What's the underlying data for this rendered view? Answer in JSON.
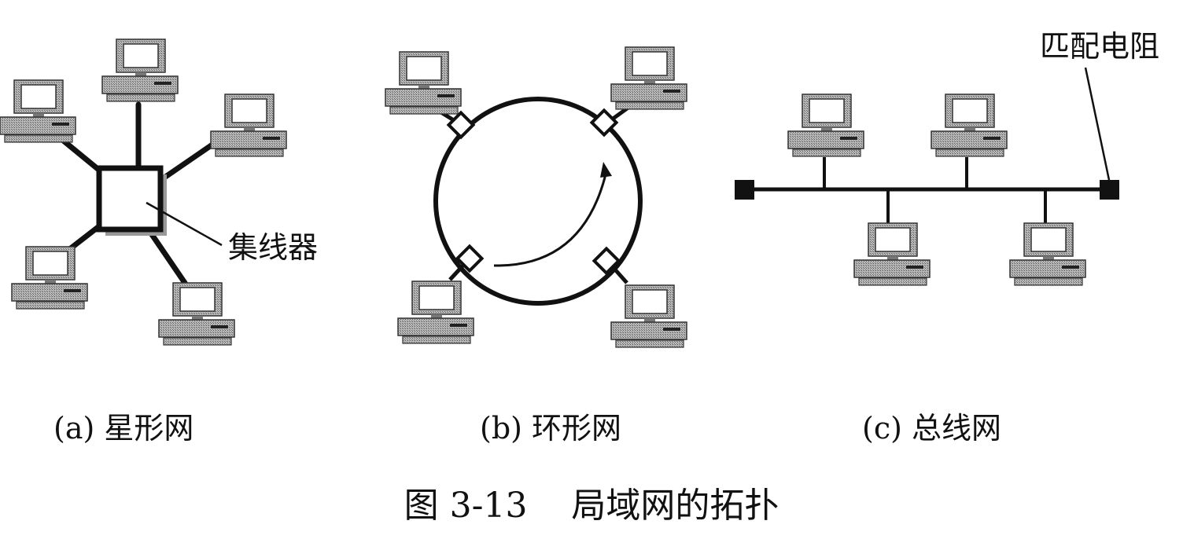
{
  "labels": {
    "hub": "集线器",
    "terminator": "匹配电阻"
  },
  "subcaptions": {
    "a": "(a) 星形网",
    "b": "(b) 环形网",
    "c": "(c) 总线网"
  },
  "caption": "图 3-13    局域网的拓扑",
  "colors": {
    "line": "#111111",
    "screen": "#ffffff",
    "body": "#9c9c9c",
    "shade": "#5c5c5c"
  }
}
